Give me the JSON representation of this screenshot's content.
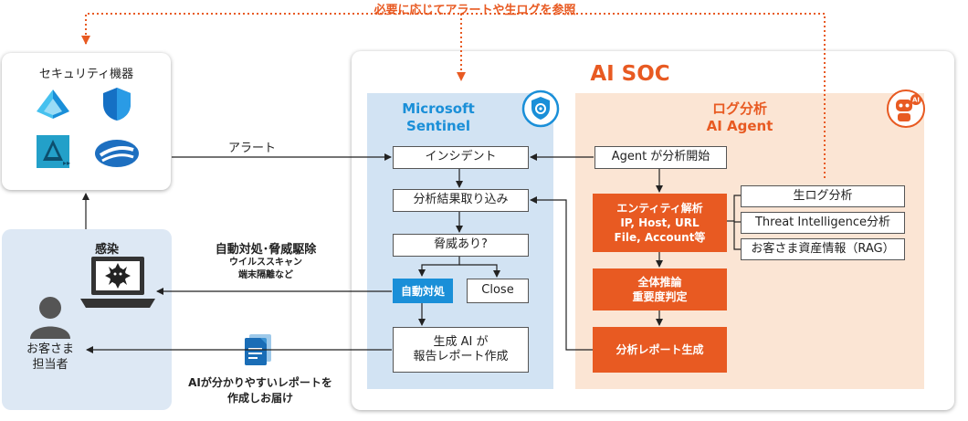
{
  "top_note": "必要に応じてアラートや生ログを参照",
  "devices": {
    "title": "セキュリティ機器"
  },
  "alert_label": "アラート",
  "customer": {
    "infected_label": "感染",
    "person_label": "お客さま\n担当者"
  },
  "response_note": {
    "title": "自動対処･脅威駆除",
    "sub": "ウイルススキャン\n端末隔離など"
  },
  "report_note": "AIが分かりやすいレポートを\n作成しお届け",
  "soc": {
    "title": "AI SOC",
    "sentinel": {
      "title": "Microsoft\nSentinel",
      "steps": [
        "インシデント",
        "分析結果取り込み",
        "脅威あり?",
        "自動対処",
        "Close",
        "生成 AI が\n報告レポート作成"
      ]
    },
    "agent": {
      "title": "ログ分析\nAI Agent",
      "start": "Agent が分析開始",
      "entity": "エンティティ解析\nIP, Host, URL\nFile, Account等",
      "infer": "全体推論\n重要度判定",
      "report": "分析レポート生成",
      "tools": [
        "生ログ分析",
        "Threat Intelligence分析",
        "お客さま資産情報（RAG）"
      ]
    }
  },
  "colors": {
    "accent_orange": "#e85a22",
    "sentinel_bg": "#d2e3f3",
    "agent_bg": "#fbe5d4",
    "sentinel_blue": "#1a8fd8",
    "customer_bg": "#dde8f4"
  }
}
